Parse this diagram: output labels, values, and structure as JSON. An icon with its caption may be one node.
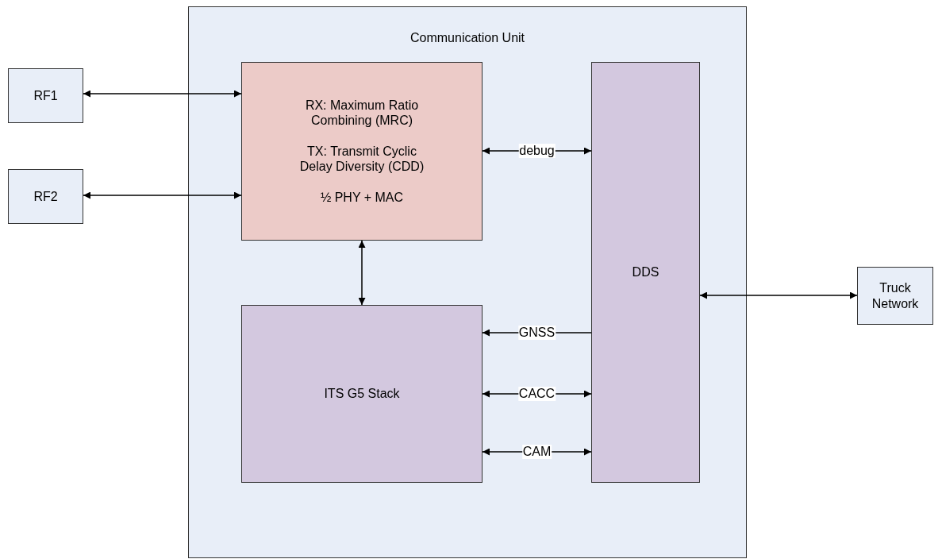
{
  "diagram": {
    "nodes": [
      {
        "text": [
          "Communication Unit"
        ]
      },
      {
        "text": [
          "RF1"
        ]
      },
      {
        "text": [
          "RF2"
        ]
      },
      {
        "text": [
          "RX: Maximum Ratio Combining (MRC)",
          "TX: Transmit Cyclic Delay Diversity (CDD)",
          "½ PHY + MAC"
        ],
        "in": 0
      },
      {
        "text": [
          "ITS G5 Stack"
        ],
        "in": 0
      },
      {
        "text": [
          "DDS"
        ],
        "in": 0
      },
      {
        "text": [
          "Truck Network"
        ]
      }
    ],
    "edges": [
      {
        "from": 1,
        "to": 3,
        "arrow": "both"
      },
      {
        "from": 2,
        "to": 3,
        "arrow": "both"
      },
      {
        "from": 3,
        "to": 5,
        "arrow": "both",
        "label": "debug"
      },
      {
        "from": 3,
        "to": 4,
        "arrow": "both"
      },
      {
        "from": 5,
        "to": 4,
        "arrow": "to",
        "label": "GNSS"
      },
      {
        "from": 4,
        "to": 5,
        "arrow": "both",
        "label": "CACC"
      },
      {
        "from": 4,
        "to": 5,
        "arrow": "both",
        "label": "CAM"
      },
      {
        "from": 5,
        "to": 6,
        "arrow": "both"
      }
    ]
  }
}
